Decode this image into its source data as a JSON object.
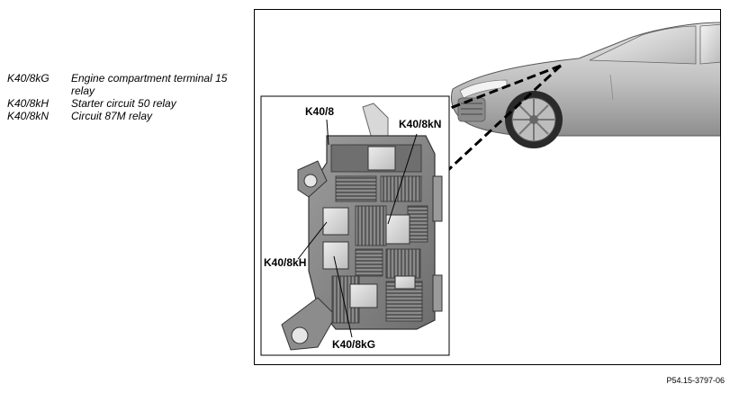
{
  "legend": {
    "items": [
      {
        "code": "K40/8kG",
        "description": "Engine compartment terminal 15 relay"
      },
      {
        "code": "K40/8kH",
        "description": "Starter circuit 50 relay"
      },
      {
        "code": "K40/8kN",
        "description": "Circuit 87M relay"
      }
    ]
  },
  "figure": {
    "callouts": {
      "k40_8": "K40/8",
      "k40_8kN": "K40/8kN",
      "k40_8kH": "K40/8kH",
      "k40_8kG": "K40/8kG"
    },
    "code": "P54.15-3797-06"
  }
}
